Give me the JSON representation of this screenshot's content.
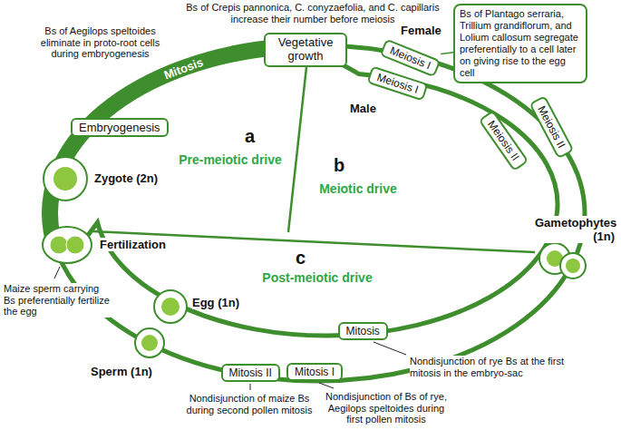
{
  "diagram": {
    "nodes": [
      {
        "text": [
          "Vegetative growth"
        ]
      },
      {
        "text": [
          "Meiosis I"
        ]
      },
      {
        "text": [
          "Meiosis II"
        ]
      },
      {
        "text": [
          "Meiosis I"
        ]
      },
      {
        "text": [
          "Meiosis II"
        ]
      },
      {
        "text": [
          "Gametophytes (1n)"
        ]
      },
      {
        "text": [
          "Mitosis"
        ]
      },
      {
        "text": [
          "Mitosis I"
        ]
      },
      {
        "text": [
          "Mitosis II"
        ]
      },
      {
        "text": [
          "Sperm (1n)"
        ]
      },
      {
        "text": [
          "Egg (1n)"
        ]
      },
      {
        "text": [
          "Fertilization"
        ]
      },
      {
        "text": [
          "Zygote (2n)"
        ]
      },
      {
        "text": [
          "Embryogenesis"
        ]
      },
      {
        "text": [
          "Bs of Plantago serraria, Trillium grandiflorum, and Lolium callosum segregate preferentially to a cell later on giving rise to the egg cell"
        ]
      }
    ],
    "edges": [
      {
        "from": 14,
        "to": 1,
        "arrow": "none"
      }
    ],
    "labels": [
      "Bs of Crepis pannonica, C. conyzaefolia, and C. capillaris increase their number before meiosis",
      "Bs of Aegilops speltoides eliminate in proto-root cells during embryogenesis",
      "Mitosis",
      "Female",
      "Male",
      "a",
      "Pre-meiotic drive",
      "b",
      "Meiotic drive",
      "c",
      "Post-meiotic drive",
      "Maize sperm carrying Bs preferentially fertilize the egg",
      "Nondisjunction of rye Bs at the first mitosis in the embryo-sac",
      "Nondisjunction of maize Bs during second pollen mitosis",
      "Nondisjunction of Bs of rye, Aegilops speltoides during first pollen mitosis"
    ]
  }
}
